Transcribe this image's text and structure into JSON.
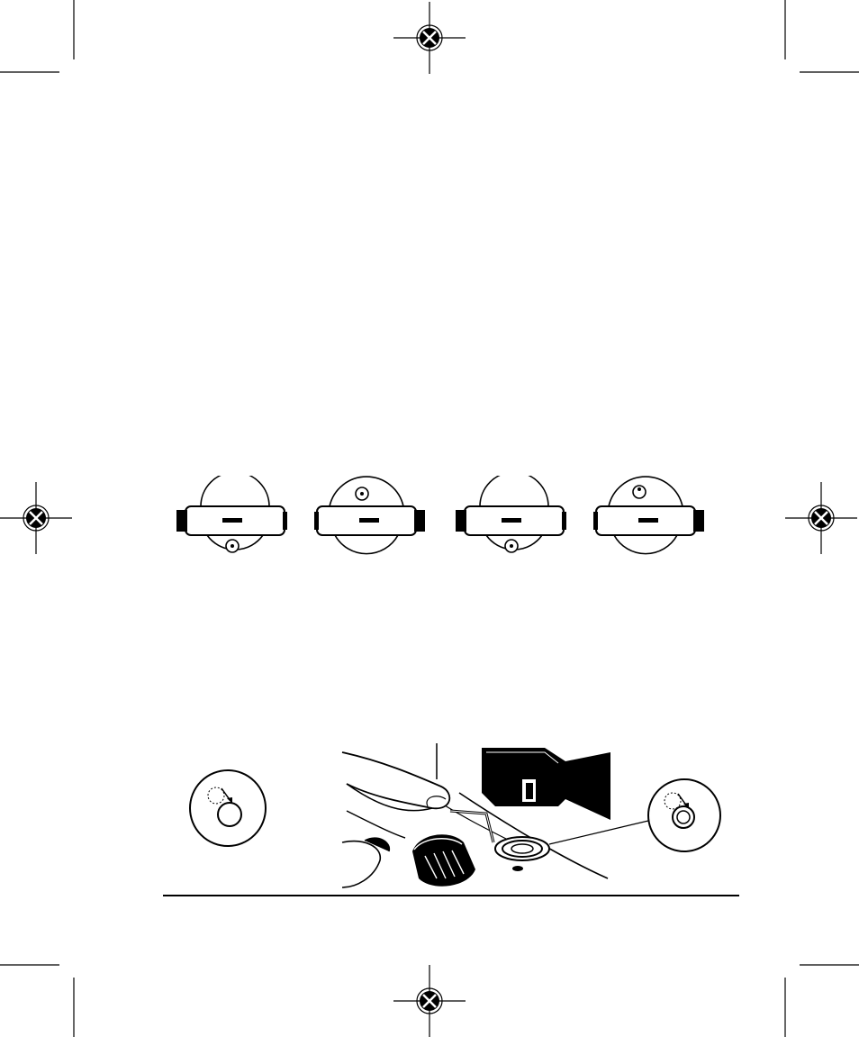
{
  "page": {
    "background": "#ffffff",
    "ink": "#000000"
  },
  "print_marks": {
    "registration_icon": "registration-target-icon",
    "crop_icon": "crop-mark"
  },
  "figures": {
    "level_views": {
      "description_icon": "bubble-level-illustration",
      "count": 4
    },
    "adjustment_detail": {
      "icon": "hex-key-adjustment-illustration"
    }
  }
}
